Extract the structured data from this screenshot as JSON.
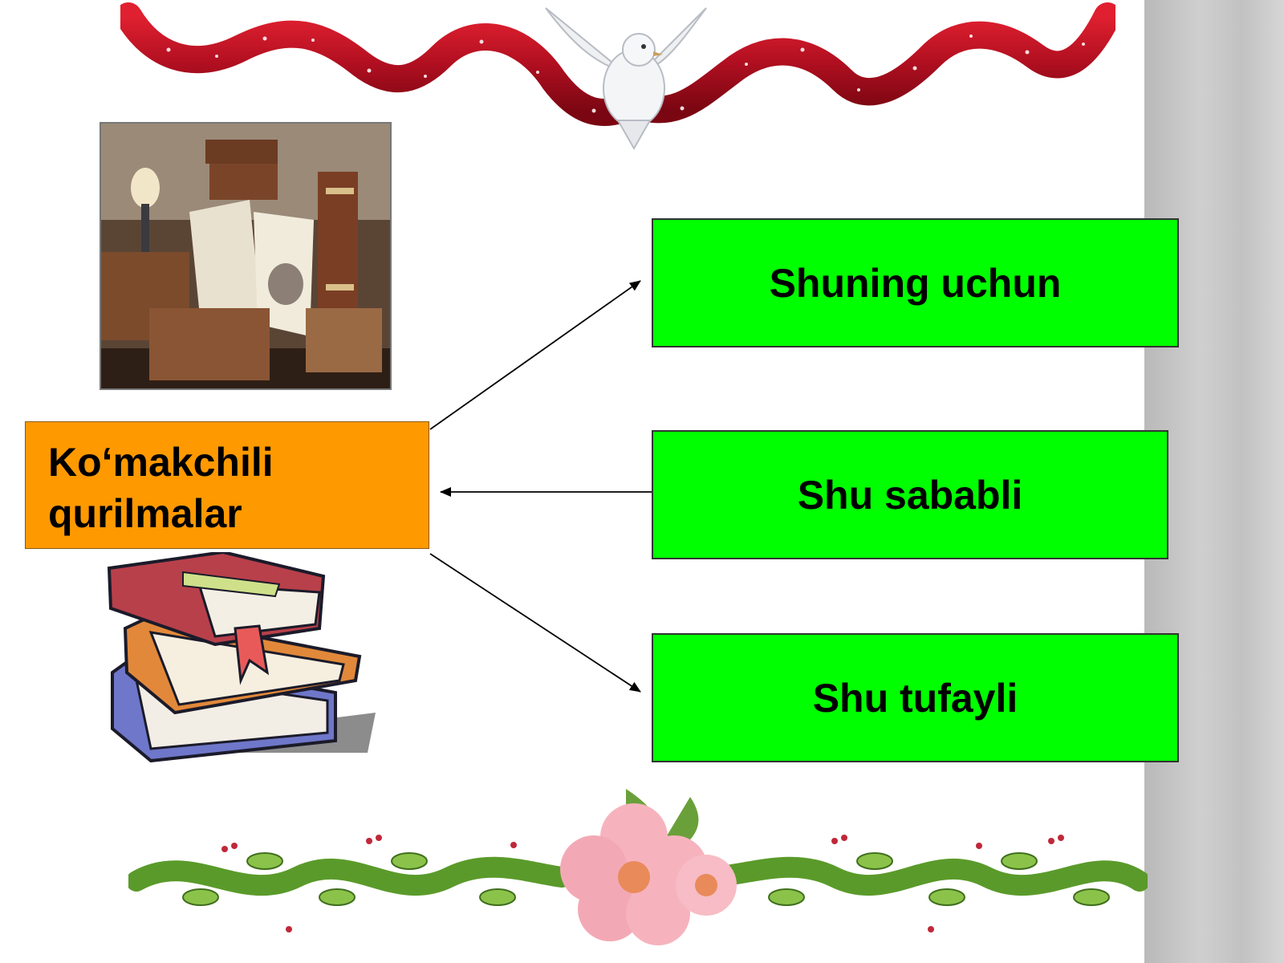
{
  "diagram": {
    "source": {
      "label": "Ko‘makchili qurilmalar"
    },
    "targets": [
      {
        "label": "Shuning uchun"
      },
      {
        "label": "Shu sababli"
      },
      {
        "label": "Shu tufayli"
      }
    ],
    "connections": [
      {
        "from": "source",
        "to": "Shuning uchun",
        "arrowhead": "at-target"
      },
      {
        "from": "Shu sababli",
        "to": "source",
        "arrowhead": "at-source"
      },
      {
        "from": "source",
        "to": "Shu tufayli",
        "arrowhead": "at-target"
      }
    ]
  },
  "colors": {
    "source_fill": "#ff9900",
    "target_fill": "#00ff00",
    "ribbon": "#c8102e",
    "side_panel": "#c4c4c4"
  },
  "decorations": {
    "top": "red-ribbon-with-white-dove",
    "top_left_image": "antique-books-with-lamp-photo",
    "bottom_left_image": "stack-of-books-clipart",
    "bottom": "floral-garland-with-pink-flowers"
  }
}
